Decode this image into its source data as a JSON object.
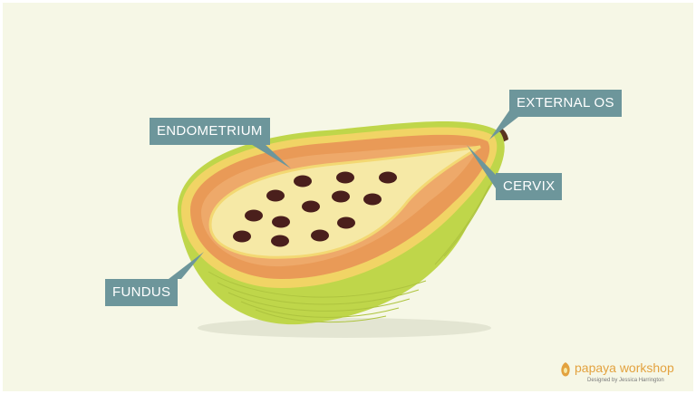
{
  "labels": {
    "endometrium": "ENDOMETRIUM",
    "external_os": "EXTERNAL OS",
    "cervix": "CERVIX",
    "fundus": "FUNDUS"
  },
  "brand": {
    "name": "papaya workshop",
    "credit": "Designed by Jessica Harrington"
  },
  "colors": {
    "background": "#f6f7e6",
    "callout": "#6d969b",
    "skin_green": "#bfd64a",
    "rind_yellow": "#f1d465",
    "flesh_orange": "#e99a57",
    "cavity": "#f6e9a6",
    "seed": "#4a1f1c",
    "brand_orange": "#e3a23f"
  }
}
